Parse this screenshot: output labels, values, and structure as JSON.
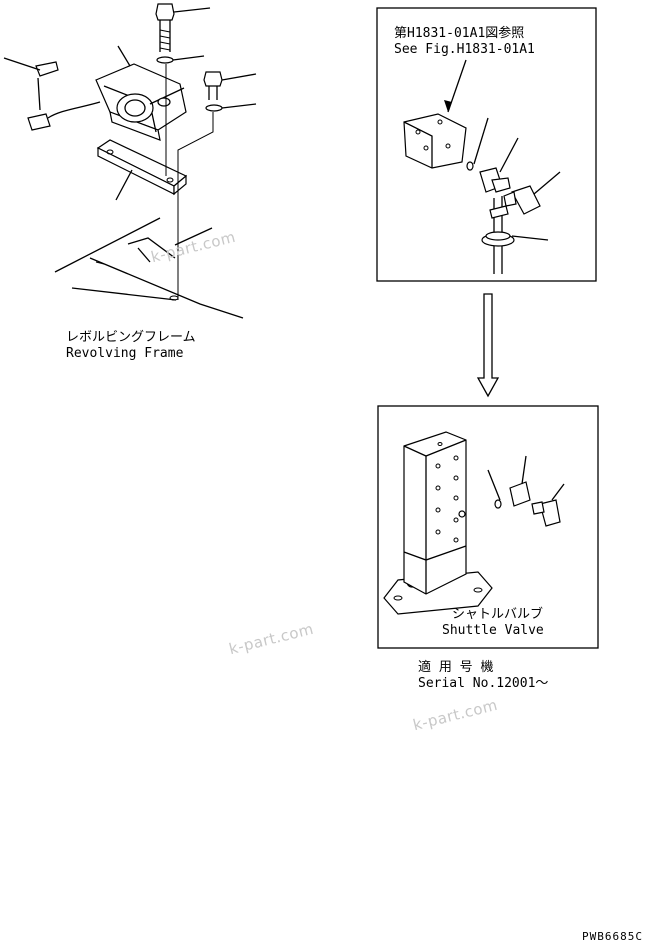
{
  "frame_label": {
    "jp": "レボルビングフレーム",
    "en": "Revolving Frame"
  },
  "ref_label": {
    "jp": "第H1831-01A1図参照",
    "en": "See Fig.H1831-01A1"
  },
  "valve_label": {
    "jp": "シャトルバルブ",
    "en": "Shuttle Valve"
  },
  "serial_label": {
    "jp": "適 用 号 機",
    "en": "Serial No.12001～"
  },
  "drawing_code": "PWB6685C",
  "watermarks": [
    "k-part.com",
    "k-part.com",
    "k-part.com"
  ]
}
